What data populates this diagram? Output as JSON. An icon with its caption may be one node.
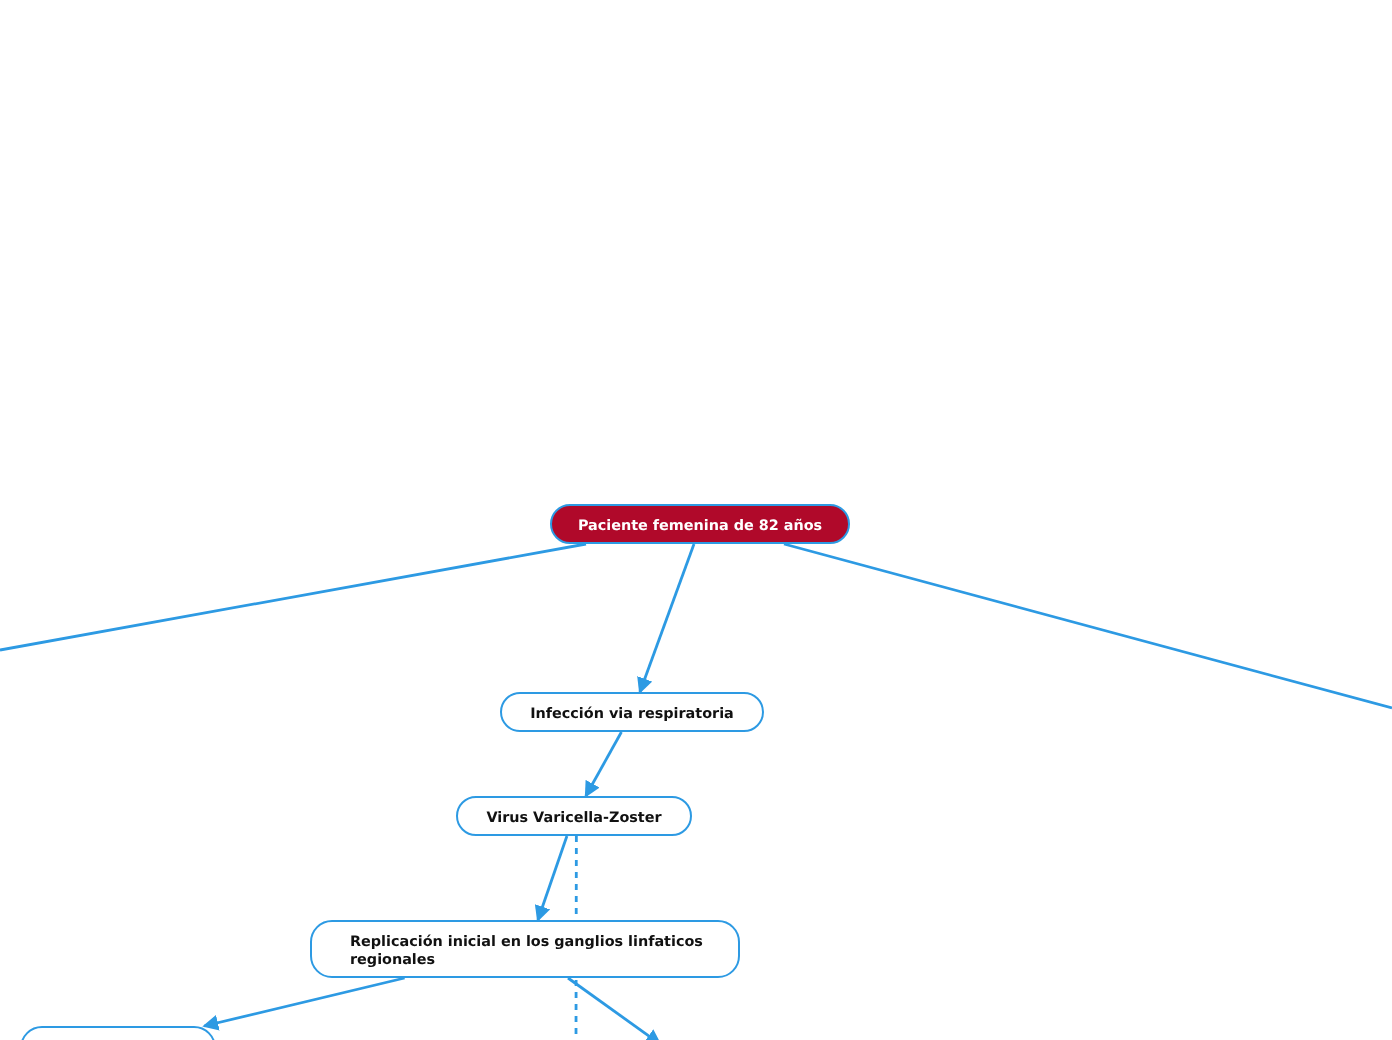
{
  "diagram": {
    "nodes": [
      {
        "text": [
          "Paciente femenina de 82 años"
        ]
      },
      {
        "text": [
          "Infección via respiratoria"
        ]
      },
      {
        "text": [
          "Virus Varicella-Zoster"
        ]
      },
      {
        "text": [
          "Replicación inicial en los ganglios linfaticos regionales"
        ]
      },
      {
        "text": [],
        "shape": "box"
      }
    ],
    "edges": [
      {
        "from": 0,
        "to": null,
        "arrow": "none"
      },
      {
        "from": 0,
        "to": 1,
        "arrow": "to"
      },
      {
        "from": 0,
        "to": null,
        "arrow": "none"
      },
      {
        "from": 1,
        "to": 2,
        "arrow": "to"
      },
      {
        "from": 2,
        "to": 3,
        "arrow": "to"
      },
      {
        "from": 2,
        "to": null,
        "arrow": "none",
        "style": "dashed"
      },
      {
        "from": 3,
        "to": 4,
        "arrow": "to"
      },
      {
        "from": 3,
        "to": null,
        "arrow": "to"
      }
    ]
  }
}
